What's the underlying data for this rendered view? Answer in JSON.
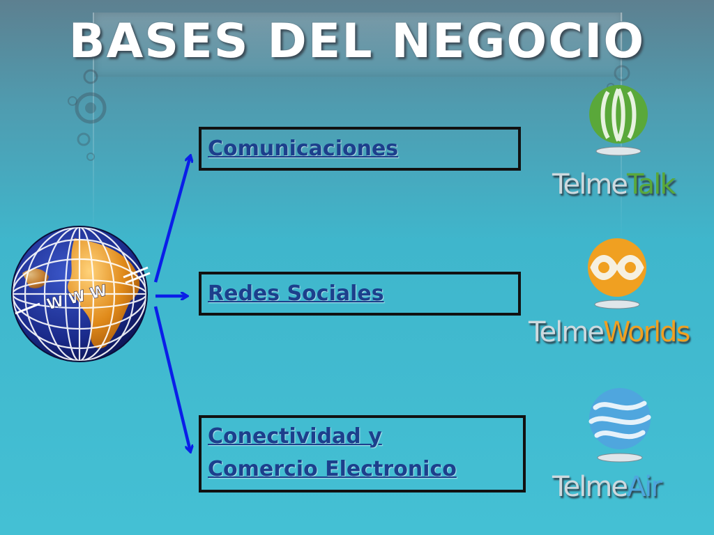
{
  "title": "BASES DEL NEGOCIO",
  "globe": {
    "label": "W W W"
  },
  "boxes": [
    {
      "text": "Comunicaciones"
    },
    {
      "text": "Redes Sociales"
    },
    {
      "line1": "Conectividad y",
      "line2": "Comercio Electronico"
    }
  ],
  "brands": [
    {
      "prefix": "Telme",
      "suffix": "Talk",
      "color": "#5aa83a"
    },
    {
      "prefix": "Telme",
      "suffix": "Worlds",
      "color": "#f0a021"
    },
    {
      "prefix": "Telme",
      "suffix": "Air",
      "color": "#4fa6de"
    }
  ],
  "colors": {
    "arrow": "#0a1ee8",
    "box_text": "#1c3f8c",
    "title": "#ffffff"
  }
}
